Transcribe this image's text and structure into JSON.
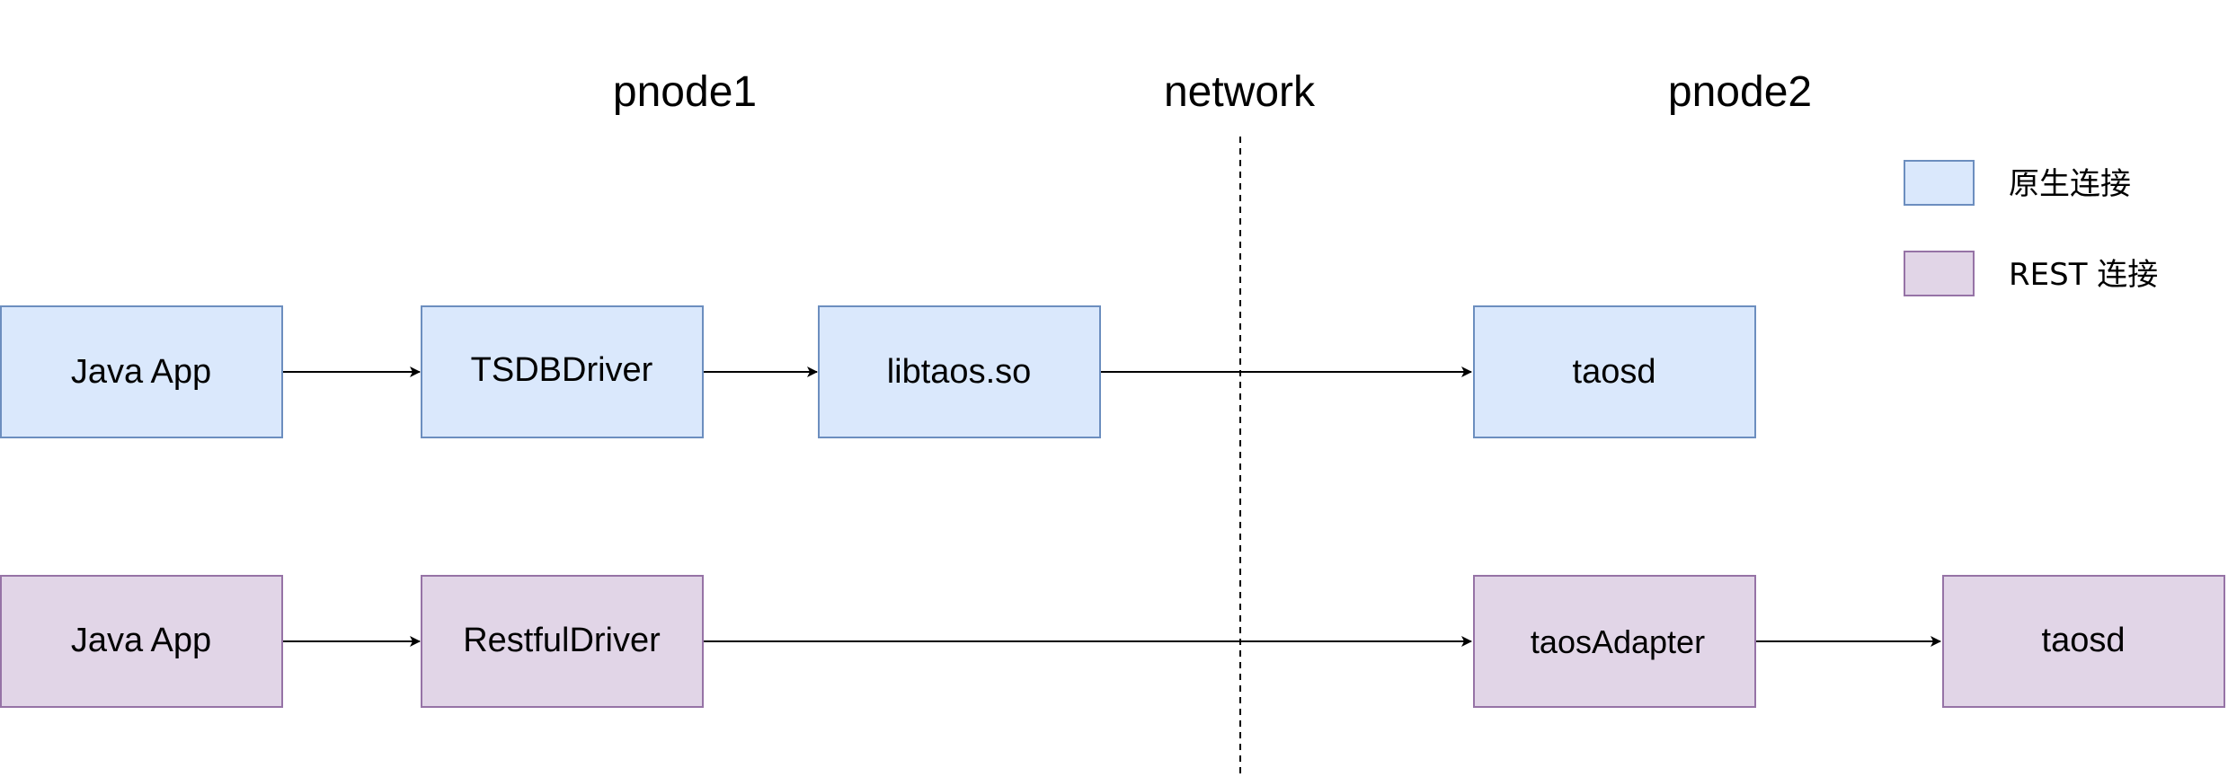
{
  "headings": {
    "pnode1": "pnode1",
    "network": "network",
    "pnode2": "pnode2"
  },
  "legend": {
    "native": {
      "label": "原生连接",
      "fill": "#dae8fc",
      "stroke": "#6c8ebf"
    },
    "rest": {
      "label": "REST 连接",
      "fill": "#e1d5e7",
      "stroke": "#9673a6"
    }
  },
  "native_row": {
    "java_app": "Java App",
    "driver": "TSDBDriver",
    "lib": "libtaos.so",
    "server": "taosd"
  },
  "rest_row": {
    "java_app": "Java App",
    "driver": "RestfulDriver",
    "adapter": "taosAdapter",
    "server": "taosd"
  }
}
